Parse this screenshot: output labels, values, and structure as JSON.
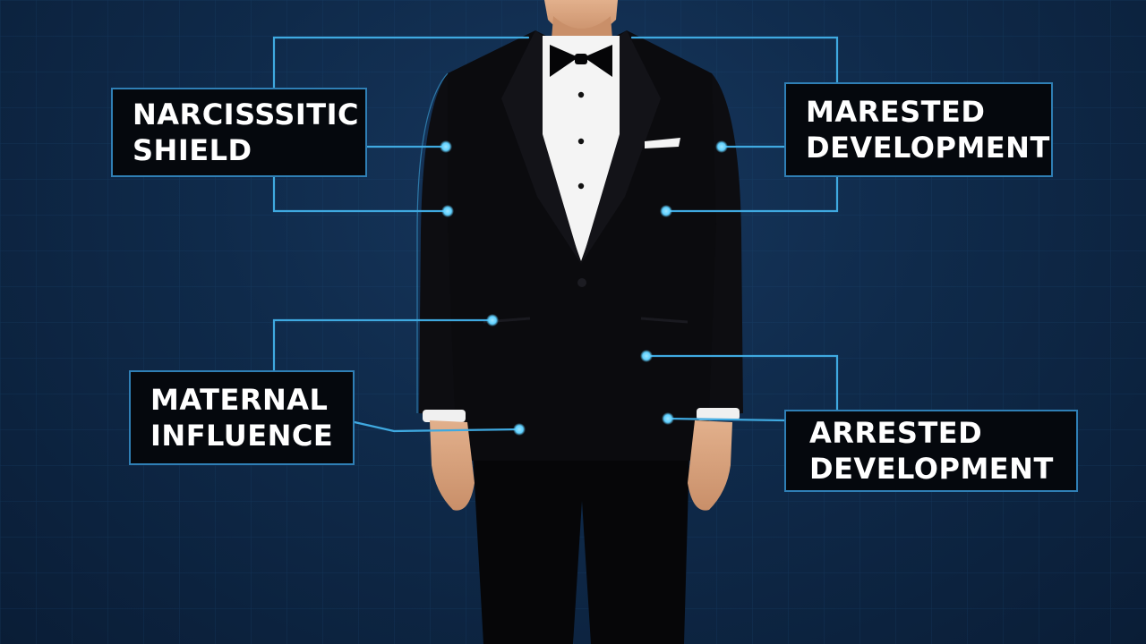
{
  "labels": [
    {
      "id": "narcissistic-shield",
      "lines": [
        "NARCISSSITIC",
        "SHIELD"
      ]
    },
    {
      "id": "marested-development",
      "lines": [
        "MARESTED",
        "DEVELOPMENT"
      ]
    },
    {
      "id": "maternal-influence",
      "lines": [
        "MATERNAL",
        "INFLUENCE"
      ]
    },
    {
      "id": "arrested-development",
      "lines": [
        "ARRESTED",
        "DEVELOPMENT"
      ]
    }
  ],
  "colors": {
    "background": "#0f2a4a",
    "grid": "#1d4d7a",
    "connector": "#3fa9e0",
    "node": "#5fd0ff",
    "box_fill": "#05080d",
    "box_border": "#2f7fb5",
    "jacket": "#0b0b0e",
    "shirt": "#f4f4f4",
    "skin": "#d9a47f"
  },
  "figure": {
    "subject": "man-in-tuxedo",
    "icon": "bow-tie-icon"
  }
}
